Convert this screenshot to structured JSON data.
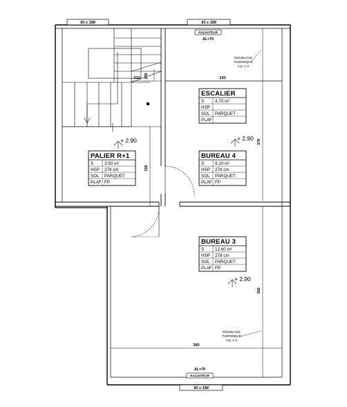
{
  "rooms": {
    "escalier": {
      "title": "ESCALIER",
      "rows": [
        {
          "label": "S",
          "value": "4.70 m²"
        },
        {
          "label": "HSP",
          "value": ""
        },
        {
          "label": "SOL",
          "value": "PARQUET"
        },
        {
          "label": "PLAF",
          "value": ""
        }
      ]
    },
    "palier": {
      "title": "PALIER R+1",
      "rows": [
        {
          "label": "S",
          "value": "3.50 m²"
        },
        {
          "label": "HSP",
          "value": "278 cm"
        },
        {
          "label": "SOL",
          "value": "PARQUET"
        },
        {
          "label": "PLAF",
          "value": "FP"
        }
      ]
    },
    "bureau4": {
      "title": "BUREAU 4",
      "rows": [
        {
          "label": "S",
          "value": "9.10 m²"
        },
        {
          "label": "HSP",
          "value": "278 cm"
        },
        {
          "label": "SOL",
          "value": "PARQUET"
        },
        {
          "label": "PLAF",
          "value": "FP"
        }
      ]
    },
    "bureau3": {
      "title": "BUREAU 3",
      "rows": [
        {
          "label": "S",
          "value": "12.60 m²"
        },
        {
          "label": "HSP",
          "value": "278 cm"
        },
        {
          "label": "SOL",
          "value": "PARQUET"
        },
        {
          "label": "PLAF",
          "value": "FP"
        }
      ]
    }
  },
  "levels": {
    "escalier": "+ 2.90",
    "palier": "+ 2.90",
    "bureau3": "+ 2.90"
  },
  "windows": {
    "top_left": "93 x 188",
    "top_right": "93 x 188",
    "bottom": "90 x 188"
  },
  "radiators": {
    "top": {
      "label": "RADIATEUR",
      "al": "AL=70"
    },
    "bottom": {
      "label": "RADIATEUR",
      "al": "AL=70"
    }
  },
  "notes": {
    "doublage_top": [
      "DOUBLAGE",
      "THERMIQUE",
      "CyL 1 H"
    ],
    "doublage_bottom": [
      "DOUBLAGE",
      "THERMIQUE",
      "CyL 1 H"
    ]
  },
  "dimensions": {
    "width_top": "243",
    "height_right_top": "375",
    "stair_212": "212",
    "stair_229": "229",
    "palier_155": "155",
    "height_right_bottom": "350",
    "width_bottom": "360"
  }
}
